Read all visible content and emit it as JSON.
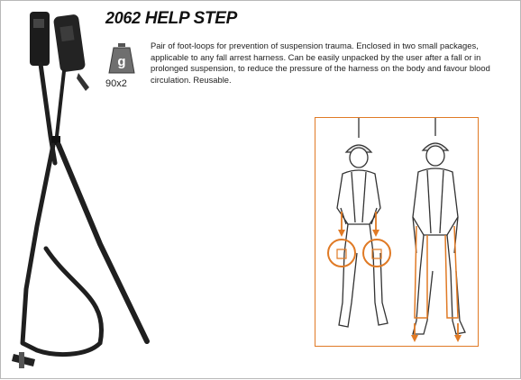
{
  "product": {
    "code": "2062",
    "name": "HELP STEP",
    "description": "Pair of foot-loops for prevention of suspension trauma. Enclosed in two small packages, applicable to any fall arrest harness. Can be easily unpacked by the user after a fall or in prolonged suspension, to reduce the pressure of the harness on the body and favour blood circulation. Reusable."
  },
  "weight": {
    "icon_letter": "g",
    "value": "90x2"
  },
  "colors": {
    "accent": "#e07a25",
    "strap": "#1f1f1f",
    "panel_border": "#e07a25"
  },
  "icons": {
    "weight": "weight-icon",
    "photo": "product-photo",
    "diagram": "usage-illustration"
  }
}
